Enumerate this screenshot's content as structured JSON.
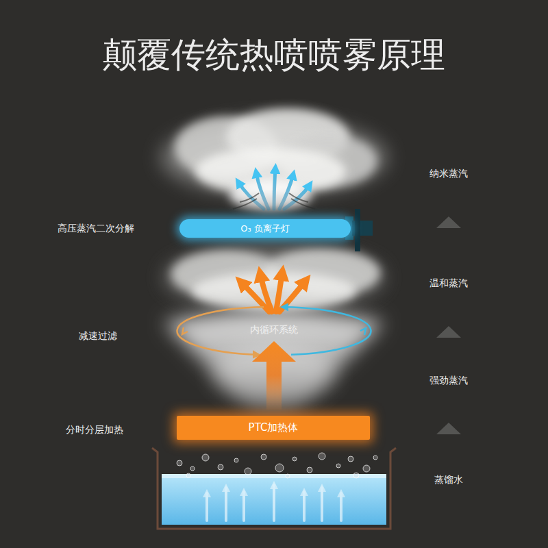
{
  "diagram": {
    "title": "颠覆传统热喷喷雾原理",
    "nodes": [
      {
        "text": [
          "O₃ 负离子灯"
        ]
      },
      {
        "text": [
          "PTC加热体"
        ]
      }
    ],
    "labels": [
      "纳米蒸汽",
      "高压蒸汽二次分解",
      "温和蒸汽",
      "内循环系统",
      "减速过滤",
      "强劲蒸汽",
      "分时分层加热",
      "蒸馏水"
    ]
  }
}
